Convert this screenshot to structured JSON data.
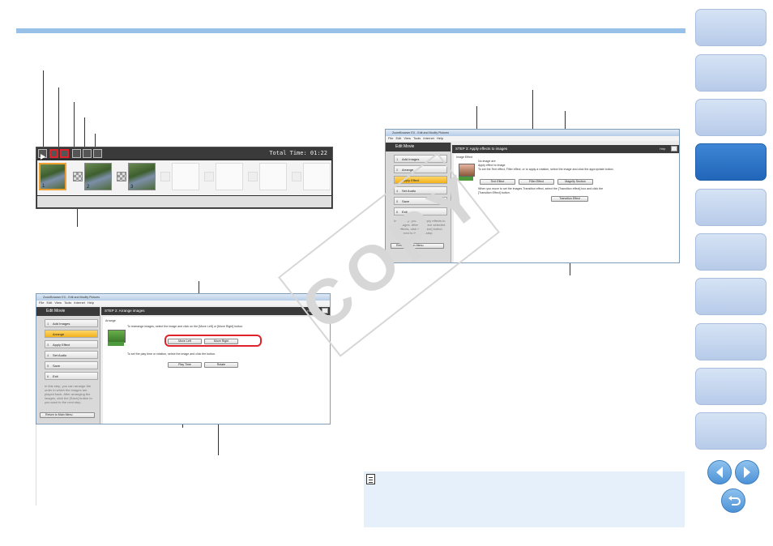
{
  "page": {
    "accent_color": "#98c1ea",
    "watermark": "COPY"
  },
  "side_nav": {
    "tabs": [
      {
        "id": "tab-1",
        "active": false
      },
      {
        "id": "tab-2",
        "active": false
      },
      {
        "id": "tab-3",
        "active": false
      },
      {
        "id": "tab-4",
        "active": true
      },
      {
        "id": "tab-5",
        "active": false
      },
      {
        "id": "tab-6",
        "active": false
      },
      {
        "id": "tab-7",
        "active": false
      },
      {
        "id": "tab-8",
        "active": false
      },
      {
        "id": "tab-9",
        "active": false
      },
      {
        "id": "tab-10",
        "active": false
      }
    ],
    "prev_icon": "arrow-left-icon",
    "next_icon": "arrow-right-icon",
    "back_icon": "return-icon"
  },
  "timeline": {
    "total_time": "Total Time: 01:22",
    "thumbs": [
      {
        "number": "1"
      },
      {
        "number": "2"
      },
      {
        "number": "3"
      }
    ]
  },
  "app_arrange": {
    "title": "ZoomBrowser EX - Edit and Modify Pictures",
    "menu": [
      "File",
      "Edit",
      "View",
      "Tools",
      "Internet",
      "Help"
    ],
    "mode": "Edit Movie",
    "steps": [
      {
        "num": "1",
        "label": "Add Images"
      },
      {
        "num": "",
        "label": "Arrange"
      },
      {
        "num": "3",
        "label": "Apply Effect"
      },
      {
        "num": "4",
        "label": "Set Audio"
      },
      {
        "num": "5",
        "label": "Save"
      },
      {
        "num": "6",
        "label": "Exit"
      }
    ],
    "side_note": "In this step, you can arrange the order in which the images are played back. After arranging the images, click the [Save] button to you want to the next step.",
    "return_label": "Return to Main Menu",
    "header": "STEP 2: Arrange images",
    "help": "Help",
    "section": "Arrange",
    "instruction": "To rearrange images, select the image and click on the [Move Left] or [Move Right] button.",
    "move_left": "Move Left",
    "move_right": "Move Right",
    "play_note": "To set the play time or rotation, select the image and click the button.",
    "play_time": "Play Time",
    "rotate": "Rotate"
  },
  "app_effect": {
    "title": "ZoomBrowser EX - Edit and Modify Pictures",
    "menu": [
      "File",
      "Edit",
      "View",
      "Tools",
      "Internet",
      "Help"
    ],
    "mode": "Edit Movie",
    "steps": [
      {
        "num": "1",
        "label": "Add Images"
      },
      {
        "num": "2",
        "label": "Arrange"
      },
      {
        "num": "",
        "label": "Apply Effect"
      },
      {
        "num": "4",
        "label": "Set Audio"
      },
      {
        "num": "5",
        "label": "Save"
      },
      {
        "num": "6",
        "label": "Exit"
      }
    ],
    "side_note": "In this step, you can apply effects to the images. After you have selected the effects, click the [Save] button to proceed to the next step.",
    "return_label": "Return to Main Menu",
    "header": "STEP 3: Apply effects to images",
    "help": "Help",
    "section": "Image Effect",
    "opt1": "No image are",
    "opt2": "Apply effect to image",
    "instruction": "To set the Text effect, Filter effect, or to apply a rotation, select the image and click the appropriate button.",
    "text_effect": "Text Effect",
    "filter_effect": "Filter Effect",
    "magnify": "Magnify Section",
    "transition_note": "When you move to set the images Transition effect, select the [Transition effect] box and click the [Transition Effect] button.",
    "transition_effect": "Transition Effect"
  }
}
